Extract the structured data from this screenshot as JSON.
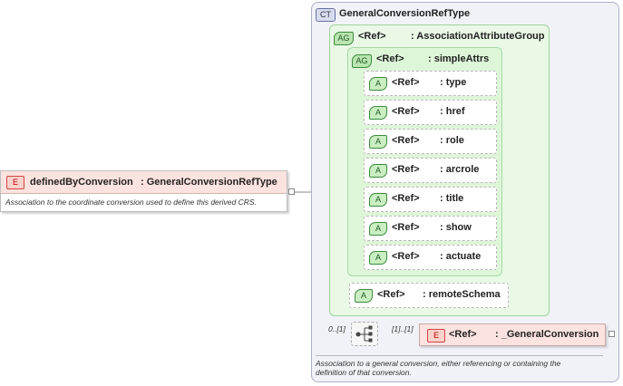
{
  "element": {
    "badge": "E",
    "name": "definedByConversion",
    "type": ": GeneralConversionRefType",
    "description": "Association to the coordinate conversion used to define this derived CRS."
  },
  "complex_type": {
    "badge": "CT",
    "name": "GeneralConversionRefType",
    "description_line1": "Association to a general conversion, either referencing or containing the",
    "description_line2": "definition of that conversion."
  },
  "association_group": {
    "badge": "AG",
    "ref": "<Ref>",
    "name": ": AssociationAttributeGroup"
  },
  "simple_attrs": {
    "badge": "AG",
    "ref": "<Ref>",
    "name": ": simpleAttrs"
  },
  "attributes": [
    {
      "badge": "A",
      "ref": "<Ref>",
      "name": ": type"
    },
    {
      "badge": "A",
      "ref": "<Ref>",
      "name": ": href"
    },
    {
      "badge": "A",
      "ref": "<Ref>",
      "name": ": role"
    },
    {
      "badge": "A",
      "ref": "<Ref>",
      "name": ": arcrole"
    },
    {
      "badge": "A",
      "ref": "<Ref>",
      "name": ": title"
    },
    {
      "badge": "A",
      "ref": "<Ref>",
      "name": ": show"
    },
    {
      "badge": "A",
      "ref": "<Ref>",
      "name": ": actuate"
    }
  ],
  "remote_schema": {
    "badge": "A",
    "ref": "<Ref>",
    "name": ": remoteSchema"
  },
  "sequence": {
    "cardinality": "0..[1]",
    "child_cardinality": "[1]..[1]"
  },
  "general_conversion": {
    "badge": "E",
    "ref": "<Ref>",
    "name": ": _GeneralConversion"
  }
}
